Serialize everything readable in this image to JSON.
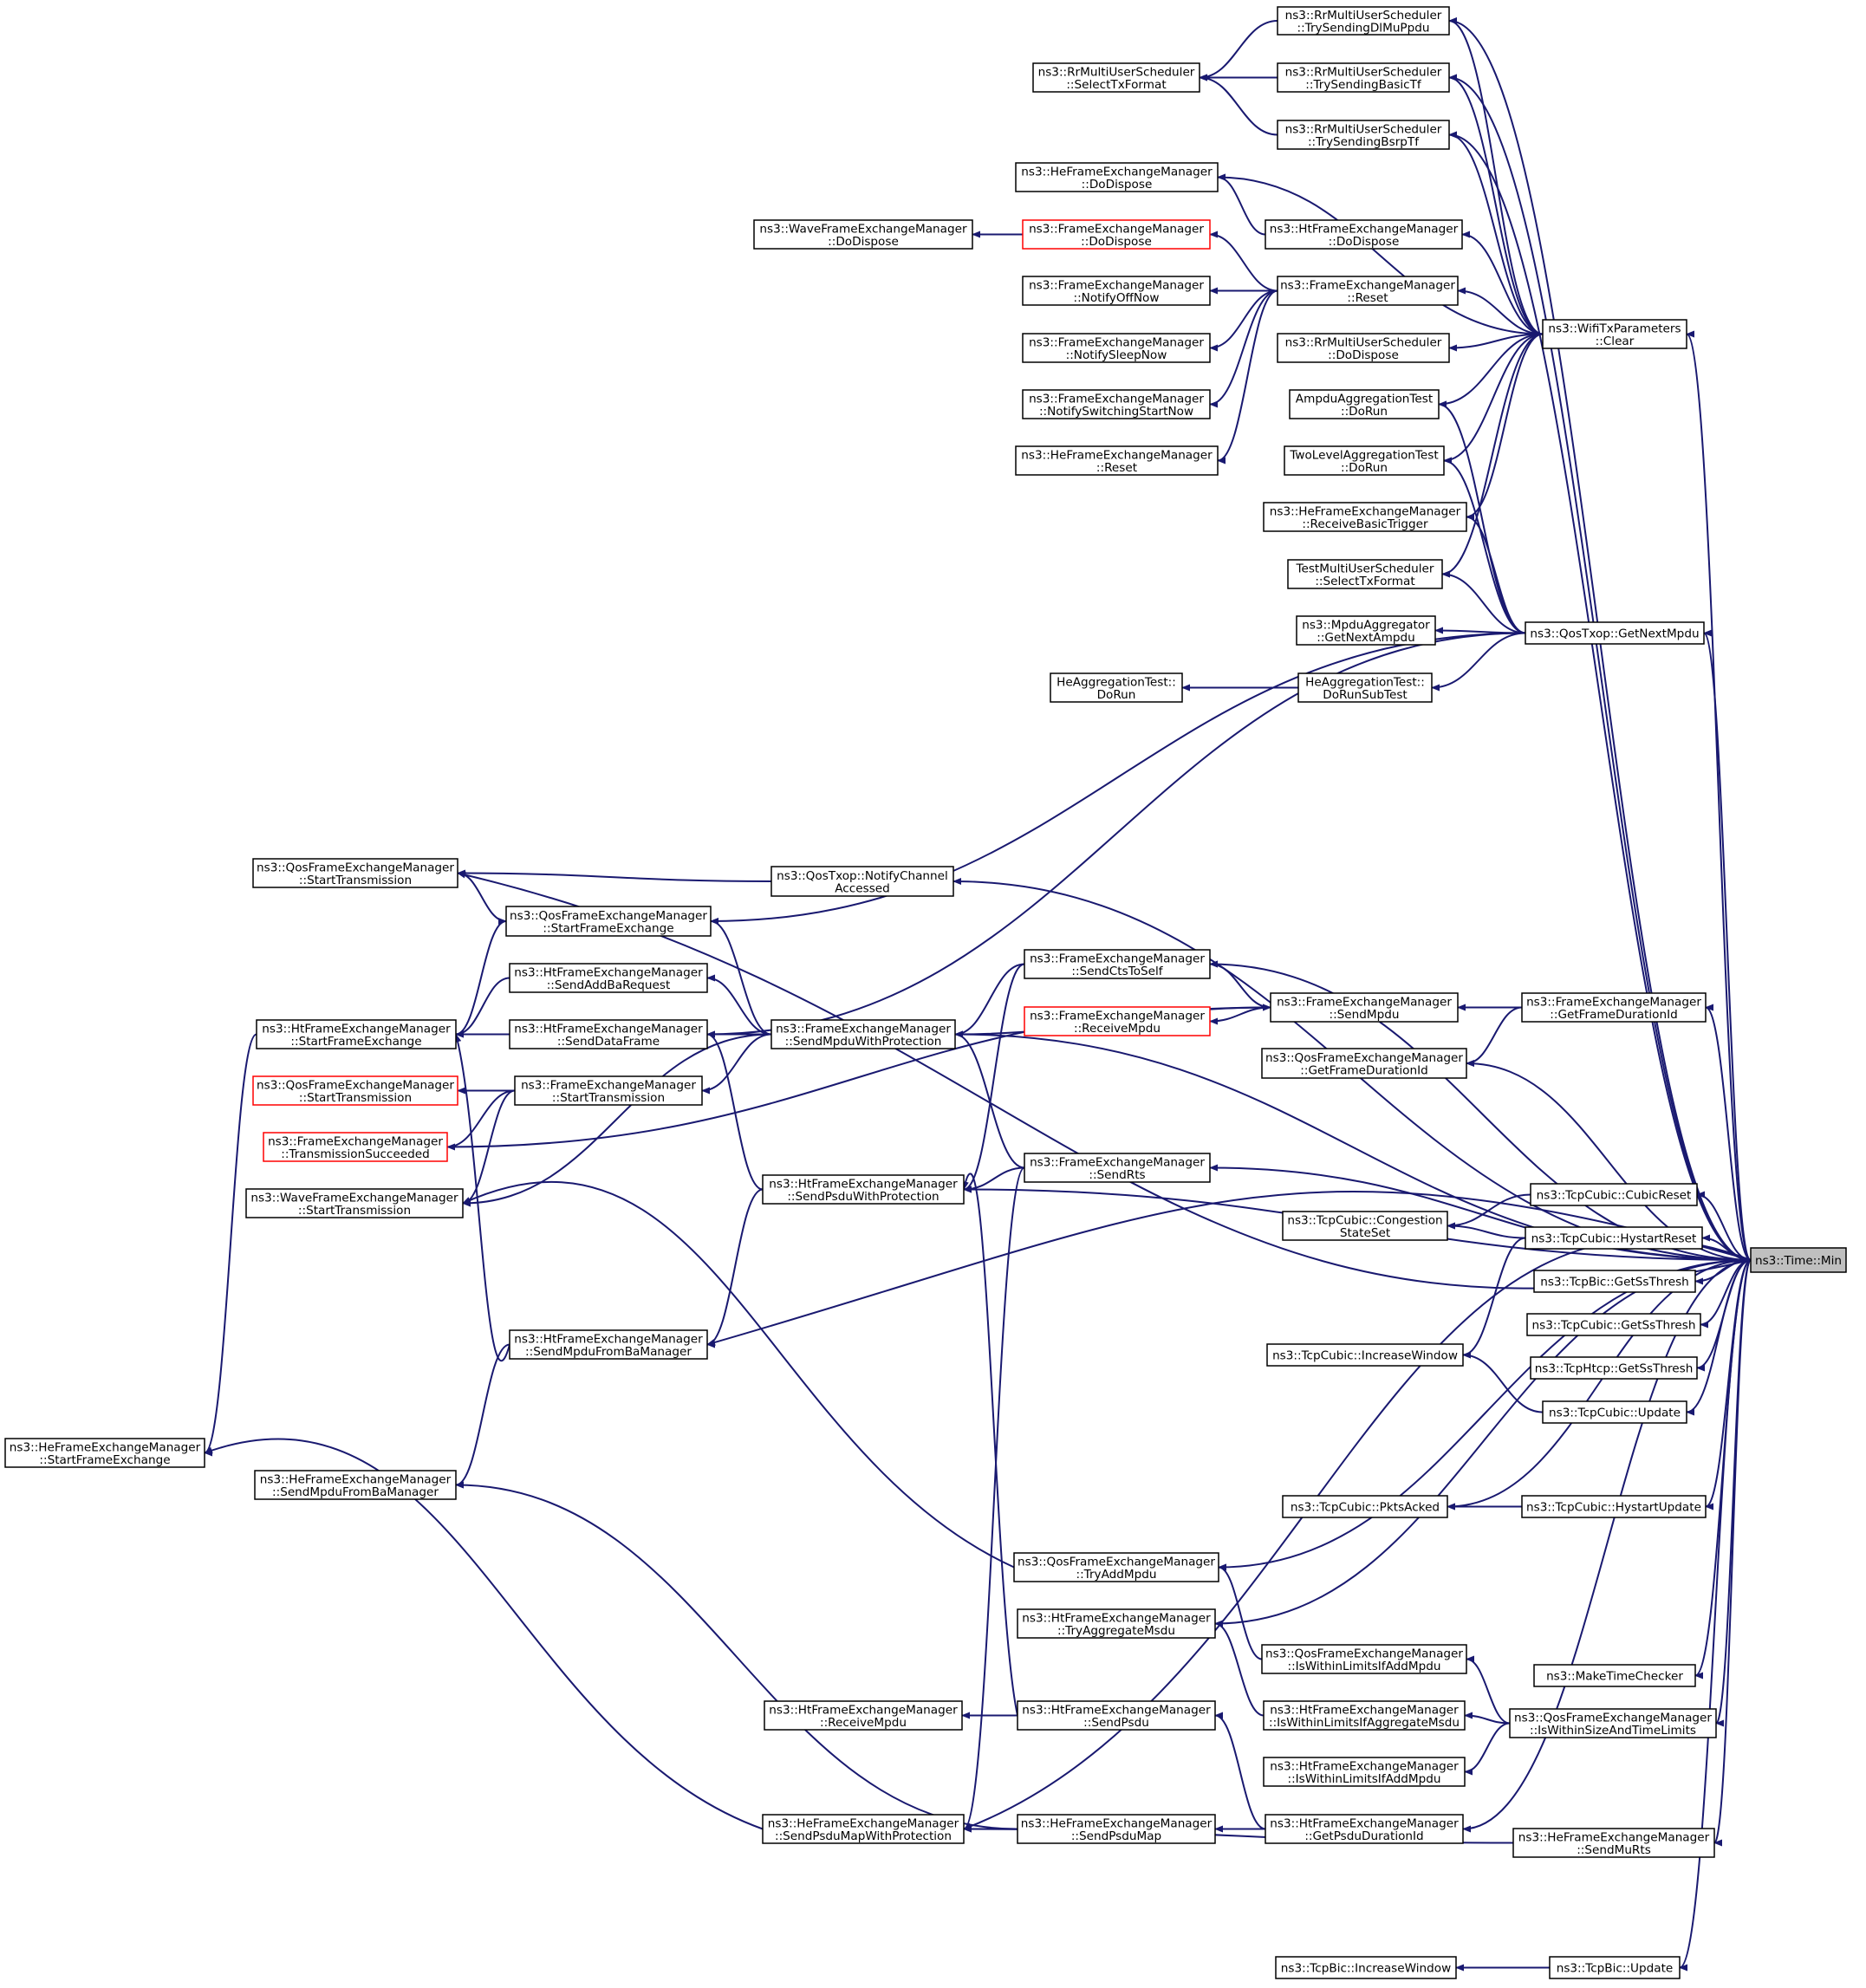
{
  "colors": {
    "edge": "#191970",
    "border": "#000000",
    "border_incomplete": "#ff0000",
    "target_fill": "#bfbfbf",
    "background": "#ffffff"
  },
  "target": "min",
  "nodes": [
    {
      "id": "min",
      "lines": [
        "ns3::Time::Min"
      ]
    },
    {
      "id": "rr_dlmu",
      "lines": [
        "ns3::RrMultiUserScheduler",
        "::TrySendingDlMuPpdu"
      ]
    },
    {
      "id": "rr_basic",
      "lines": [
        "ns3::RrMultiUserScheduler",
        "::TrySendingBasicTf"
      ]
    },
    {
      "id": "rr_bsrp",
      "lines": [
        "ns3::RrMultiUserScheduler",
        "::TrySendingBsrpTf"
      ]
    },
    {
      "id": "rr_select",
      "lines": [
        "ns3::RrMultiUserScheduler",
        "::SelectTxFormat"
      ]
    },
    {
      "id": "he_dispose",
      "lines": [
        "ns3::HeFrameExchangeManager",
        "::DoDispose"
      ]
    },
    {
      "id": "wave_dispose",
      "lines": [
        "ns3::WaveFrameExchangeManager",
        "::DoDispose"
      ]
    },
    {
      "id": "fem_dispose",
      "lines": [
        "ns3::FrameExchangeManager",
        "::DoDispose"
      ]
    },
    {
      "id": "ht_dispose",
      "lines": [
        "ns3::HtFrameExchangeManager",
        "::DoDispose"
      ]
    },
    {
      "id": "fem_reset",
      "lines": [
        "ns3::FrameExchangeManager",
        "::Reset"
      ]
    },
    {
      "id": "fem_off",
      "lines": [
        "ns3::FrameExchangeManager",
        "::NotifyOffNow"
      ]
    },
    {
      "id": "fem_sleep",
      "lines": [
        "ns3::FrameExchangeManager",
        "::NotifySleepNow"
      ]
    },
    {
      "id": "fem_switch",
      "lines": [
        "ns3::FrameExchangeManager",
        "::NotifySwitchingStartNow"
      ]
    },
    {
      "id": "he_reset",
      "lines": [
        "ns3::HeFrameExchangeManager",
        "::Reset"
      ]
    },
    {
      "id": "wifi_clear",
      "lines": [
        "ns3::WifiTxParameters",
        "::Clear"
      ]
    },
    {
      "id": "rr_dispose",
      "lines": [
        "ns3::RrMultiUserScheduler",
        "::DoDispose"
      ]
    },
    {
      "id": "ampdu_test",
      "lines": [
        "AmpduAggregationTest",
        "::DoRun"
      ]
    },
    {
      "id": "twolevel_test",
      "lines": [
        "TwoLevelAggregationTest",
        "::DoRun"
      ]
    },
    {
      "id": "he_recv_basic",
      "lines": [
        "ns3::HeFrameExchangeManager",
        "::ReceiveBasicTrigger"
      ]
    },
    {
      "id": "test_mu",
      "lines": [
        "TestMultiUserScheduler",
        "::SelectTxFormat"
      ]
    },
    {
      "id": "mpdu_agg",
      "lines": [
        "ns3::MpduAggregator",
        "::GetNextAmpdu"
      ]
    },
    {
      "id": "qos_getnext",
      "lines": [
        "ns3::QosTxop::GetNextMpdu"
      ]
    },
    {
      "id": "heagg_dorun",
      "lines": [
        "HeAggregationTest::",
        "DoRun"
      ]
    },
    {
      "id": "heagg_sub",
      "lines": [
        "HeAggregationTest::",
        "DoRunSubTest"
      ]
    },
    {
      "id": "qfem_start_tx",
      "lines": [
        "ns3::QosFrameExchangeManager",
        "::StartTransmission"
      ]
    },
    {
      "id": "qos_notify",
      "lines": [
        "ns3::QosTxop::NotifyChannel",
        "Accessed"
      ]
    },
    {
      "id": "qfem_start_fe",
      "lines": [
        "ns3::QosFrameExchangeManager",
        "::StartFrameExchange"
      ]
    },
    {
      "id": "ht_addba",
      "lines": [
        "ns3::HtFrameExchangeManager",
        "::SendAddBaRequest"
      ]
    },
    {
      "id": "ht_start_fe",
      "lines": [
        "ns3::HtFrameExchangeManager",
        "::StartFrameExchange"
      ]
    },
    {
      "id": "ht_senddata",
      "lines": [
        "ns3::HtFrameExchangeManager",
        "::SendDataFrame"
      ]
    },
    {
      "id": "fem_cts",
      "lines": [
        "ns3::FrameExchangeManager",
        "::SendCtsToSelf"
      ]
    },
    {
      "id": "fem_recv_mpdu",
      "lines": [
        "ns3::FrameExchangeManager",
        "::ReceiveMpdu"
      ]
    },
    {
      "id": "fem_mpdu_prot",
      "lines": [
        "ns3::FrameExchangeManager",
        "::SendMpduWithProtection"
      ]
    },
    {
      "id": "fem_sendmpdu",
      "lines": [
        "ns3::FrameExchangeManager",
        "::SendMpdu"
      ]
    },
    {
      "id": "fem_getdur",
      "lines": [
        "ns3::FrameExchangeManager",
        "::GetFrameDurationId"
      ]
    },
    {
      "id": "qfem_getdur",
      "lines": [
        "ns3::QosFrameExchangeManager",
        "::GetFrameDurationId"
      ]
    },
    {
      "id": "qfem_start_tx2",
      "lines": [
        "ns3::QosFrameExchangeManager",
        "::StartTransmission"
      ]
    },
    {
      "id": "fem_start_tx",
      "lines": [
        "ns3::FrameExchangeManager",
        "::StartTransmission"
      ]
    },
    {
      "id": "fem_tx_succ",
      "lines": [
        "ns3::FrameExchangeManager",
        "::TransmissionSucceeded"
      ]
    },
    {
      "id": "wave_start_tx",
      "lines": [
        "ns3::WaveFrameExchangeManager",
        "::StartTransmission"
      ]
    },
    {
      "id": "ht_psdu_prot",
      "lines": [
        "ns3::HtFrameExchangeManager",
        "::SendPsduWithProtection"
      ]
    },
    {
      "id": "fem_rts",
      "lines": [
        "ns3::FrameExchangeManager",
        "::SendRts"
      ]
    },
    {
      "id": "cubic_reset",
      "lines": [
        "ns3::TcpCubic::CubicReset"
      ]
    },
    {
      "id": "cubic_cong",
      "lines": [
        "ns3::TcpCubic::Congestion",
        "StateSet"
      ]
    },
    {
      "id": "cubic_hystart",
      "lines": [
        "ns3::TcpCubic::HystartReset"
      ]
    },
    {
      "id": "bic_ssthresh",
      "lines": [
        "ns3::TcpBic::GetSsThresh"
      ]
    },
    {
      "id": "cubic_ssthresh",
      "lines": [
        "ns3::TcpCubic::GetSsThresh"
      ]
    },
    {
      "id": "cubic_incwin",
      "lines": [
        "ns3::TcpCubic::IncreaseWindow"
      ]
    },
    {
      "id": "htcp_ssthresh",
      "lines": [
        "ns3::TcpHtcp::GetSsThresh"
      ]
    },
    {
      "id": "cubic_update",
      "lines": [
        "ns3::TcpCubic::Update"
      ]
    },
    {
      "id": "ht_mpdu_ba",
      "lines": [
        "ns3::HtFrameExchangeManager",
        "::SendMpduFromBaManager"
      ]
    },
    {
      "id": "he_start_fe",
      "lines": [
        "ns3::HeFrameExchangeManager",
        "::StartFrameExchange"
      ]
    },
    {
      "id": "he_mpdu_ba",
      "lines": [
        "ns3::HeFrameExchangeManager",
        "::SendMpduFromBaManager"
      ]
    },
    {
      "id": "cubic_pkts",
      "lines": [
        "ns3::TcpCubic::PktsAcked"
      ]
    },
    {
      "id": "cubic_hyupdate",
      "lines": [
        "ns3::TcpCubic::HystartUpdate"
      ]
    },
    {
      "id": "qfem_tryadd",
      "lines": [
        "ns3::QosFrameExchangeManager",
        "::TryAddMpdu"
      ]
    },
    {
      "id": "ht_tryagg",
      "lines": [
        "ns3::HtFrameExchangeManager",
        "::TryAggregateMsdu"
      ]
    },
    {
      "id": "qfem_within_add",
      "lines": [
        "ns3::QosFrameExchangeManager",
        "::IsWithinLimitsIfAddMpdu"
      ]
    },
    {
      "id": "make_checker",
      "lines": [
        "ns3::MakeTimeChecker"
      ]
    },
    {
      "id": "ht_within_agg",
      "lines": [
        "ns3::HtFrameExchangeManager",
        "::IsWithinLimitsIfAggregateMsdu"
      ]
    },
    {
      "id": "qfem_within_size",
      "lines": [
        "ns3::QosFrameExchangeManager",
        "::IsWithinSizeAndTimeLimits"
      ]
    },
    {
      "id": "ht_recv_mpdu",
      "lines": [
        "ns3::HtFrameExchangeManager",
        "::ReceiveMpdu"
      ]
    },
    {
      "id": "ht_sendpsdu",
      "lines": [
        "ns3::HtFrameExchangeManager",
        "::SendPsdu"
      ]
    },
    {
      "id": "ht_within_add",
      "lines": [
        "ns3::HtFrameExchangeManager",
        "::IsWithinLimitsIfAddMpdu"
      ]
    },
    {
      "id": "he_psdumap_prot",
      "lines": [
        "ns3::HeFrameExchangeManager",
        "::SendPsduMapWithProtection"
      ]
    },
    {
      "id": "he_psdumap",
      "lines": [
        "ns3::HeFrameExchangeManager",
        "::SendPsduMap"
      ]
    },
    {
      "id": "ht_getpsdudur",
      "lines": [
        "ns3::HtFrameExchangeManager",
        "::GetPsduDurationId"
      ]
    },
    {
      "id": "he_murts",
      "lines": [
        "ns3::HeFrameExchangeManager",
        "::SendMuRts"
      ]
    },
    {
      "id": "bic_incwin",
      "lines": [
        "ns3::TcpBic::IncreaseWindow"
      ]
    },
    {
      "id": "bic_update",
      "lines": [
        "ns3::TcpBic::Update"
      ]
    }
  ],
  "edges": [
    {
      "from": "rr_dlmu",
      "to": "min"
    },
    {
      "from": "rr_basic",
      "to": "min"
    },
    {
      "from": "rr_bsrp",
      "to": "min"
    },
    {
      "from": "rr_select",
      "to": "rr_dlmu"
    },
    {
      "from": "rr_select",
      "to": "rr_basic"
    },
    {
      "from": "rr_select",
      "to": "rr_bsrp"
    },
    {
      "from": "rr_dlmu",
      "to": "wifi_clear"
    },
    {
      "from": "rr_basic",
      "to": "wifi_clear"
    },
    {
      "from": "rr_bsrp",
      "to": "wifi_clear"
    },
    {
      "from": "he_dispose",
      "to": "wifi_clear"
    },
    {
      "from": "he_dispose",
      "to": "ht_dispose"
    },
    {
      "from": "wave_dispose",
      "to": "fem_dispose"
    },
    {
      "from": "fem_dispose",
      "to": "fem_reset"
    },
    {
      "from": "ht_dispose",
      "to": "wifi_clear"
    },
    {
      "from": "fem_reset",
      "to": "wifi_clear"
    },
    {
      "from": "fem_off",
      "to": "fem_reset"
    },
    {
      "from": "fem_sleep",
      "to": "fem_reset"
    },
    {
      "from": "fem_switch",
      "to": "fem_reset"
    },
    {
      "from": "he_reset",
      "to": "fem_reset"
    },
    {
      "from": "rr_dispose",
      "to": "wifi_clear"
    },
    {
      "from": "ampdu_test",
      "to": "wifi_clear"
    },
    {
      "from": "twolevel_test",
      "to": "wifi_clear"
    },
    {
      "from": "he_recv_basic",
      "to": "wifi_clear"
    },
    {
      "from": "test_mu",
      "to": "wifi_clear"
    },
    {
      "from": "wifi_clear",
      "to": "min"
    },
    {
      "from": "ampdu_test",
      "to": "qos_getnext"
    },
    {
      "from": "twolevel_test",
      "to": "qos_getnext"
    },
    {
      "from": "he_recv_basic",
      "to": "qos_getnext"
    },
    {
      "from": "test_mu",
      "to": "qos_getnext"
    },
    {
      "from": "mpdu_agg",
      "to": "qos_getnext"
    },
    {
      "from": "heagg_sub",
      "to": "qos_getnext"
    },
    {
      "from": "heagg_dorun",
      "to": "heagg_sub"
    },
    {
      "from": "qos_getnext",
      "to": "min"
    },
    {
      "from": "qfem_start_fe",
      "to": "qos_getnext"
    },
    {
      "from": "ht_senddata",
      "to": "qos_getnext"
    },
    {
      "from": "qfem_start_tx",
      "to": "min"
    },
    {
      "from": "qfem_start_tx",
      "to": "qos_notify"
    },
    {
      "from": "qos_notify",
      "to": "min"
    },
    {
      "from": "qfem_start_fe",
      "to": "qfem_start_tx"
    },
    {
      "from": "qfem_start_fe",
      "to": "fem_mpdu_prot"
    },
    {
      "from": "ht_start_fe",
      "to": "qfem_start_fe"
    },
    {
      "from": "ht_start_fe",
      "to": "ht_addba"
    },
    {
      "from": "ht_start_fe",
      "to": "ht_senddata"
    },
    {
      "from": "ht_start_fe",
      "to": "ht_mpdu_ba"
    },
    {
      "from": "ht_addba",
      "to": "fem_mpdu_prot"
    },
    {
      "from": "ht_senddata",
      "to": "fem_mpdu_prot"
    },
    {
      "from": "ht_senddata",
      "to": "ht_psdu_prot"
    },
    {
      "from": "fem_mpdu_prot",
      "to": "min"
    },
    {
      "from": "fem_mpdu_prot",
      "to": "fem_cts"
    },
    {
      "from": "fem_mpdu_prot",
      "to": "fem_rts"
    },
    {
      "from": "fem_sendmpdu",
      "to": "fem_mpdu_prot"
    },
    {
      "from": "fem_cts",
      "to": "min"
    },
    {
      "from": "fem_cts",
      "to": "fem_sendmpdu"
    },
    {
      "from": "fem_recv_mpdu",
      "to": "fem_sendmpdu"
    },
    {
      "from": "fem_sendmpdu",
      "to": "fem_getdur"
    },
    {
      "from": "fem_sendmpdu",
      "to": "fem_tx_succ"
    },
    {
      "from": "qfem_getdur",
      "to": "fem_getdur"
    },
    {
      "from": "fem_getdur",
      "to": "min"
    },
    {
      "from": "qfem_getdur",
      "to": "min"
    },
    {
      "from": "qfem_start_tx2",
      "to": "fem_start_tx"
    },
    {
      "from": "fem_start_tx",
      "to": "fem_mpdu_prot"
    },
    {
      "from": "fem_tx_succ",
      "to": "fem_start_tx"
    },
    {
      "from": "wave_start_tx",
      "to": "fem_start_tx"
    },
    {
      "from": "wave_start_tx",
      "to": "fem_mpdu_prot"
    },
    {
      "from": "wave_start_tx",
      "to": "qfem_tryadd"
    },
    {
      "from": "ht_psdu_prot",
      "to": "min"
    },
    {
      "from": "ht_psdu_prot",
      "to": "fem_cts"
    },
    {
      "from": "ht_psdu_prot",
      "to": "fem_rts"
    },
    {
      "from": "ht_psdu_prot",
      "to": "ht_sendpsdu"
    },
    {
      "from": "fem_rts",
      "to": "min"
    },
    {
      "from": "ht_mpdu_ba",
      "to": "ht_psdu_prot"
    },
    {
      "from": "ht_mpdu_ba",
      "to": "min"
    },
    {
      "from": "cubic_reset",
      "to": "min"
    },
    {
      "from": "cubic_cong",
      "to": "cubic_reset"
    },
    {
      "from": "cubic_cong",
      "to": "cubic_hystart"
    },
    {
      "from": "cubic_hystart",
      "to": "min"
    },
    {
      "from": "cubic_incwin",
      "to": "cubic_hystart"
    },
    {
      "from": "cubic_incwin",
      "to": "cubic_update"
    },
    {
      "from": "bic_ssthresh",
      "to": "min"
    },
    {
      "from": "cubic_ssthresh",
      "to": "min"
    },
    {
      "from": "htcp_ssthresh",
      "to": "min"
    },
    {
      "from": "cubic_update",
      "to": "min"
    },
    {
      "from": "he_start_fe",
      "to": "ht_start_fe"
    },
    {
      "from": "he_start_fe",
      "to": "he_psdumap_prot"
    },
    {
      "from": "he_mpdu_ba",
      "to": "ht_mpdu_ba"
    },
    {
      "from": "he_mpdu_ba",
      "to": "he_psdumap"
    },
    {
      "from": "cubic_pkts",
      "to": "cubic_hyupdate"
    },
    {
      "from": "cubic_pkts",
      "to": "min"
    },
    {
      "from": "cubic_hyupdate",
      "to": "min"
    },
    {
      "from": "qfem_tryadd",
      "to": "min"
    },
    {
      "from": "qfem_tryadd",
      "to": "qfem_within_add"
    },
    {
      "from": "ht_tryagg",
      "to": "min"
    },
    {
      "from": "ht_tryagg",
      "to": "ht_within_agg"
    },
    {
      "from": "qfem_within_add",
      "to": "qfem_within_size"
    },
    {
      "from": "ht_within_agg",
      "to": "qfem_within_size"
    },
    {
      "from": "ht_within_add",
      "to": "qfem_within_size"
    },
    {
      "from": "qfem_within_size",
      "to": "min"
    },
    {
      "from": "make_checker",
      "to": "min"
    },
    {
      "from": "ht_recv_mpdu",
      "to": "ht_sendpsdu"
    },
    {
      "from": "ht_sendpsdu",
      "to": "ht_getpsdudur"
    },
    {
      "from": "he_psdumap_prot",
      "to": "fem_rts"
    },
    {
      "from": "he_psdumap_prot",
      "to": "he_psdumap"
    },
    {
      "from": "he_psdumap_prot",
      "to": "he_murts"
    },
    {
      "from": "he_psdumap_prot",
      "to": "min"
    },
    {
      "from": "he_psdumap",
      "to": "ht_getpsdudur"
    },
    {
      "from": "ht_getpsdudur",
      "to": "min"
    },
    {
      "from": "he_murts",
      "to": "min"
    },
    {
      "from": "bic_incwin",
      "to": "bic_update"
    },
    {
      "from": "bic_update",
      "to": "min"
    }
  ]
}
